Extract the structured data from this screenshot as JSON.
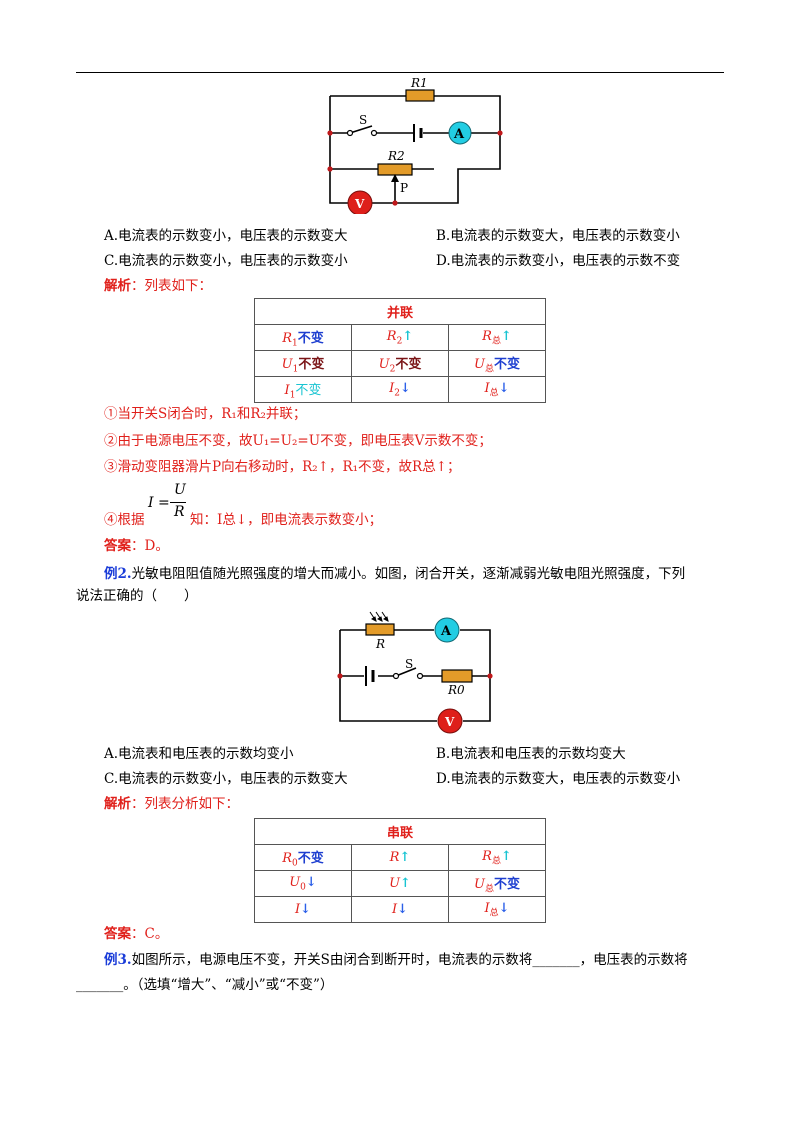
{
  "ex1": {
    "circuit": {
      "r1": "R1",
      "switch": "S",
      "ammeter": "A",
      "r2": "R2",
      "slider": "P",
      "voltmeter": "V"
    },
    "options": {
      "a": "A.电流表的示数变小，电压表的示数变大",
      "b": "B.电流表的示数变大，电压表的示数变小",
      "c": "C.电流表的示数变小，电压表的示数变小",
      "d": "D.电流表的示数变小，电压表的示数不变"
    },
    "analysis_label": "解析",
    "analysis_text": "：列表如下：",
    "table": {
      "header": "并联",
      "rows": [
        [
          {
            "sym": "R",
            "sub": "1",
            "tag": "不变",
            "kind": "blue"
          },
          {
            "sym": "R",
            "sub": "2",
            "tag": "↑",
            "kind": "up"
          },
          {
            "sym": "R",
            "sub": "总",
            "tag": "↑",
            "kind": "up"
          }
        ],
        [
          {
            "sym": "U",
            "sub": "1",
            "tag": "不变",
            "kind": "dark"
          },
          {
            "sym": "U",
            "sub": "2",
            "tag": "不变",
            "kind": "dark"
          },
          {
            "sym": "U",
            "sub": "总",
            "tag": "不变",
            "kind": "blue"
          }
        ],
        [
          {
            "sym": "I",
            "sub": "1",
            "tag": "不变",
            "kind": "cyan"
          },
          {
            "sym": "I",
            "sub": "2",
            "tag": "↓",
            "kind": "down"
          },
          {
            "sym": "I",
            "sub": "总",
            "tag": "↓",
            "kind": "down"
          }
        ]
      ]
    },
    "steps": {
      "s1": "①当开关S闭合时，R₁和R₂并联；",
      "s2": "②由于电源电压不变，故U₁=U₂=U不变，即电压表V示数不变；",
      "s3": "③滑动变阻器滑片P向右移动时，R₂↑，R₁不变，故R总↑；",
      "s4_pre": "④根据",
      "s4_post": "知：I总↓，即电流表示数变小；",
      "formula_lhs": "I =",
      "formula_num": "U",
      "formula_den": "R"
    },
    "answer_label": "答案",
    "answer_text": "：D。"
  },
  "ex2": {
    "label": "例2.",
    "stem_line1": "光敏电阻阻值随光照强度的增大而减小。如图，闭合开关，逐渐减弱光敏电阻光照强度，下列",
    "stem_line2": "说法正确的（　　）",
    "circuit": {
      "r": "R",
      "ammeter": "A",
      "switch": "S",
      "r0": "R0",
      "voltmeter": "V"
    },
    "options": {
      "a": "A.电流表和电压表的示数均变小",
      "b": "B.电流表和电压表的示数均变大",
      "c": "C.电流表的示数变小，电压表的示数变大",
      "d": "D.电流表的示数变大，电压表的示数变小"
    },
    "analysis_label": "解析",
    "analysis_text": "：列表分析如下：",
    "table": {
      "header": "串联",
      "rows": [
        [
          {
            "sym": "R",
            "sub": "0",
            "tag": "不变",
            "kind": "blue"
          },
          {
            "sym": "R",
            "sub": "",
            "tag": "↑",
            "kind": "up"
          },
          {
            "sym": "R",
            "sub": "总",
            "tag": "↑",
            "kind": "up"
          }
        ],
        [
          {
            "sym": "U",
            "sub": "0",
            "tag": "↓",
            "kind": "down"
          },
          {
            "sym": "U",
            "sub": "",
            "tag": "↑",
            "kind": "up"
          },
          {
            "sym": "U",
            "sub": "总",
            "tag": "不变",
            "kind": "blue"
          }
        ],
        [
          {
            "sym": "I",
            "sub": "",
            "tag": "↓",
            "kind": "down"
          },
          {
            "sym": "I",
            "sub": "",
            "tag": "↓",
            "kind": "down"
          },
          {
            "sym": "I",
            "sub": "总",
            "tag": "↓",
            "kind": "down"
          }
        ]
      ]
    },
    "answer_label": "答案",
    "answer_text": "：C。"
  },
  "ex3": {
    "label": "例3.",
    "line1": "如图所示，电源电压不变，开关S由闭合到断开时，电流表的示数将_______，电压表的示数将",
    "line2": "_______。（选填“增大”、“减小”或“不变”）"
  }
}
